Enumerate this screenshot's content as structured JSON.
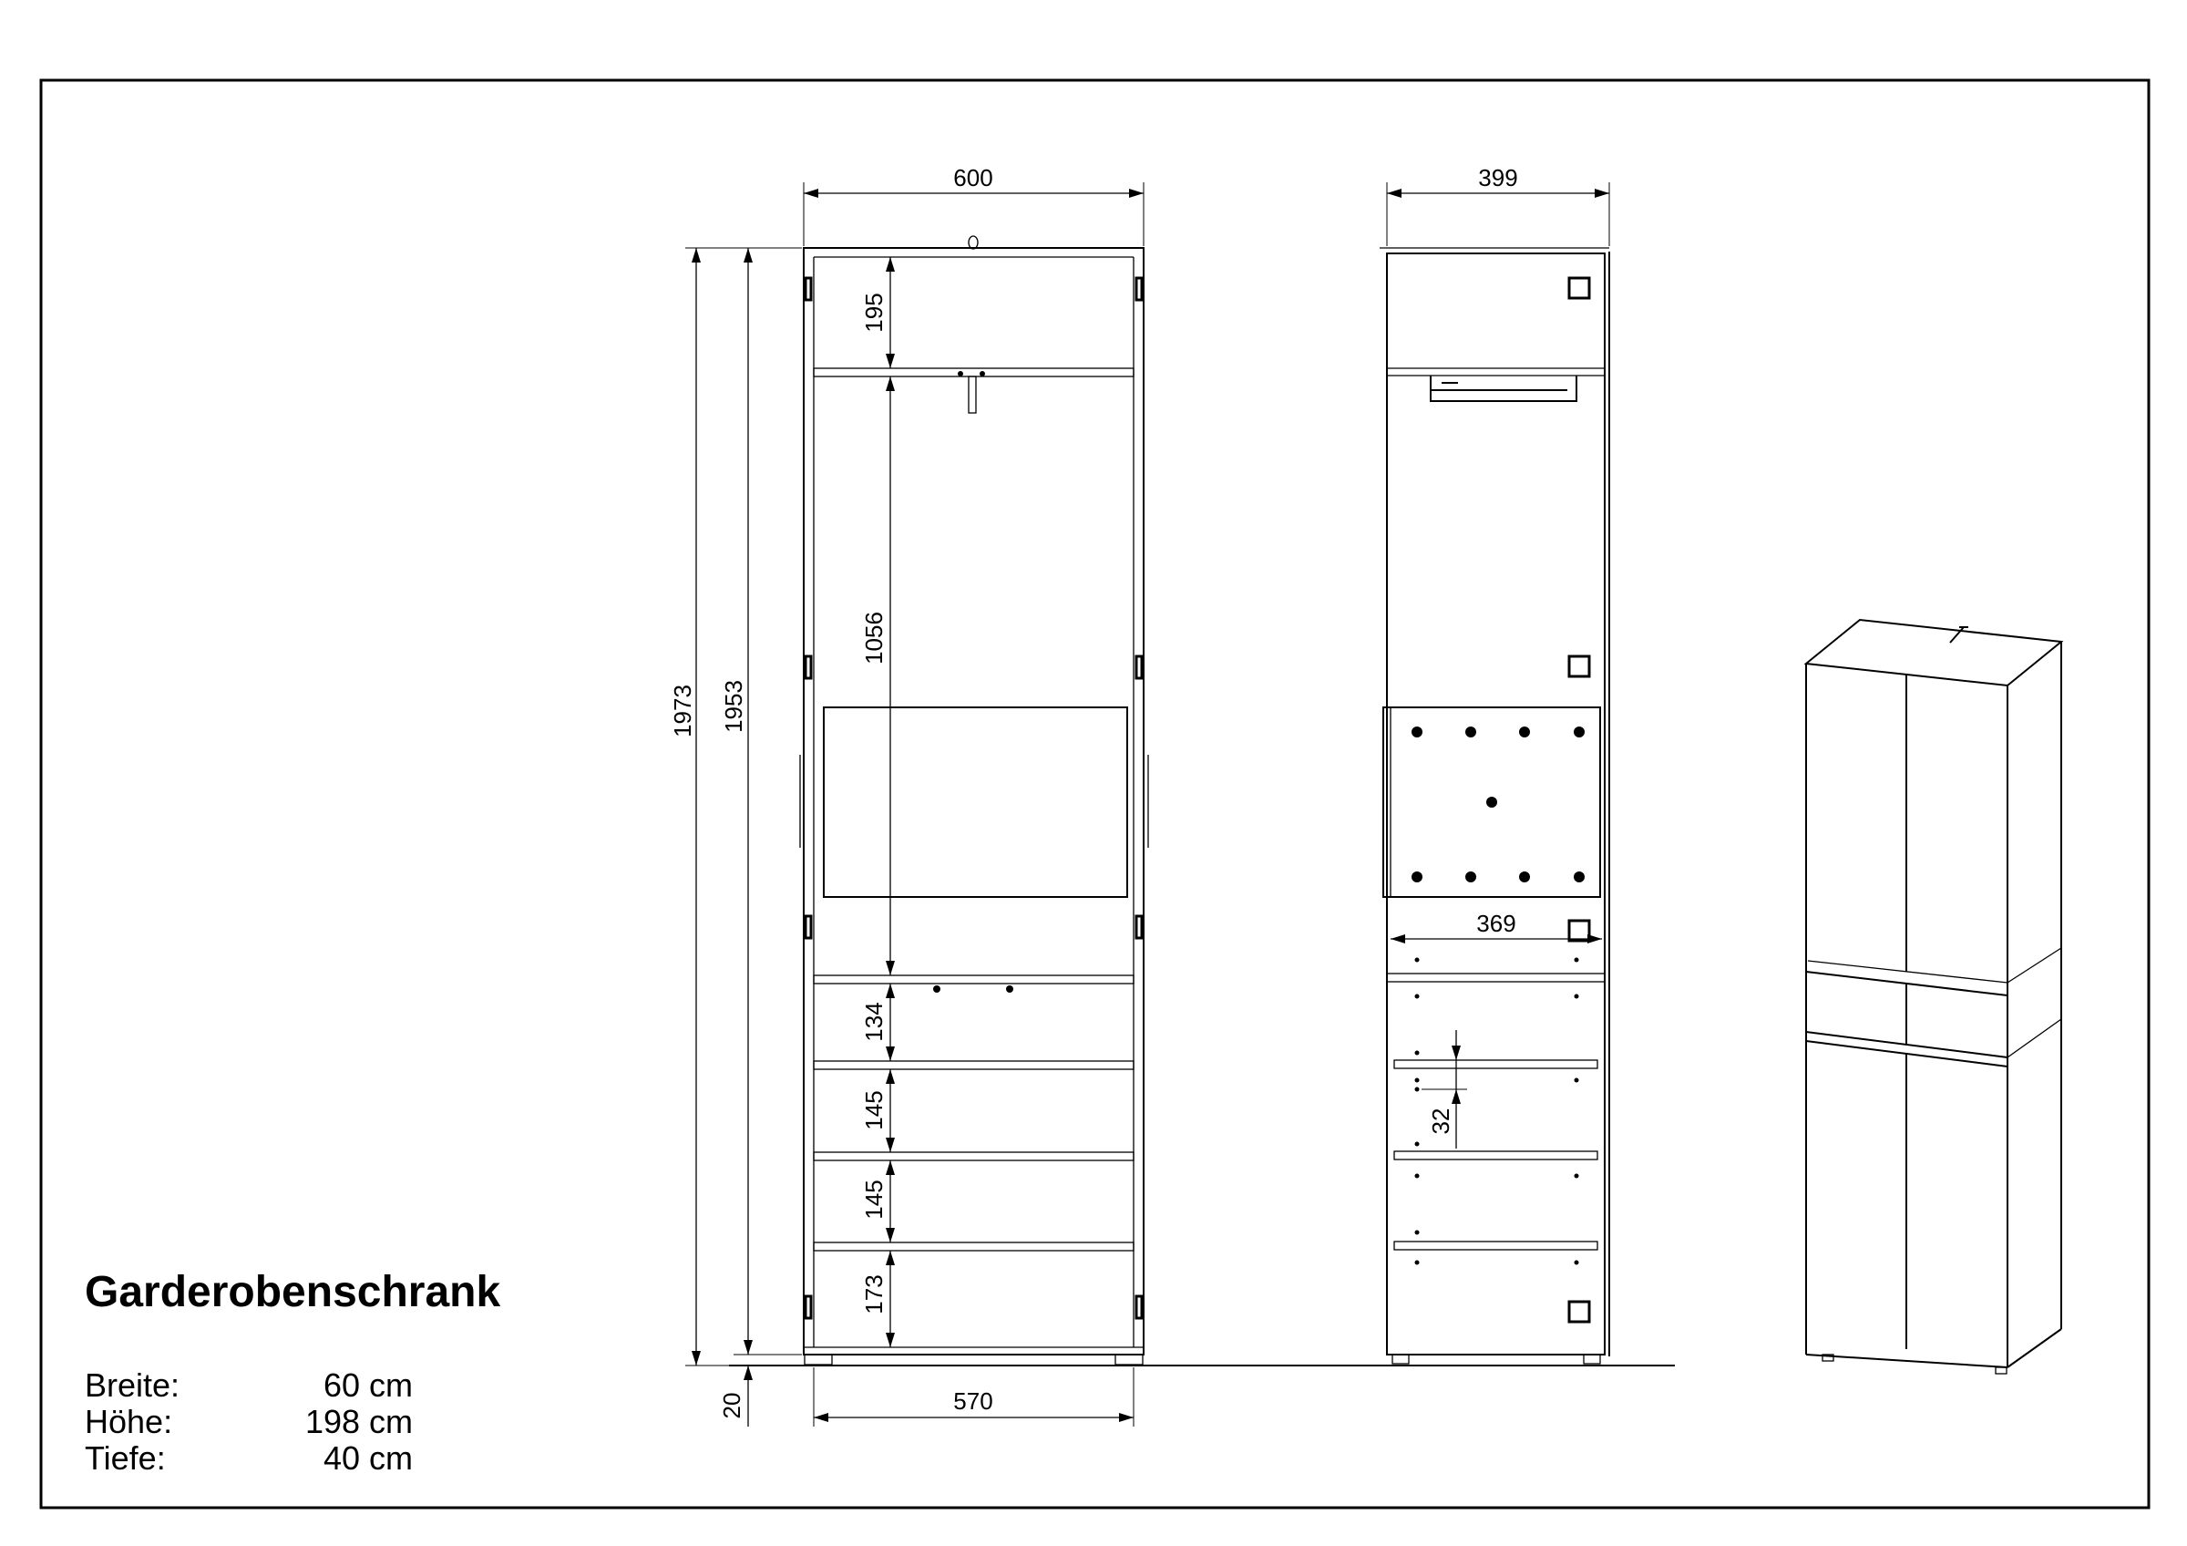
{
  "title": "Garderobenschrank",
  "specs": [
    {
      "label": "Breite:",
      "value": "60 cm"
    },
    {
      "label": "Höhe:",
      "value": "198 cm"
    },
    {
      "label": "Tiefe:",
      "value": "40 cm"
    }
  ],
  "dimensions": {
    "front_width": "600",
    "total_height": "1973",
    "body_height": "1953",
    "foot_height": "20",
    "top_compartment": "195",
    "hanging_compartment": "1056",
    "shelf_1": "134",
    "shelf_2": "145",
    "shelf_3": "145",
    "bottom_compartment": "173",
    "inner_width": "570",
    "side_depth": "399",
    "inner_depth": "369",
    "hole_spacing": "32"
  }
}
